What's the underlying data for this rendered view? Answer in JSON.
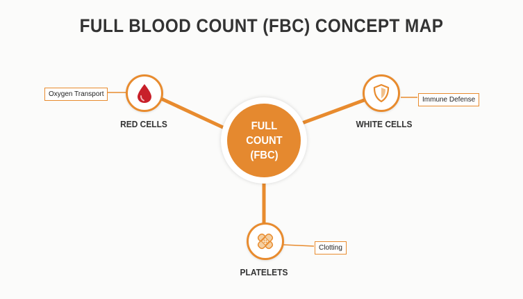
{
  "title": "FULL BLOOD COUNT (FBC) CONCEPT MAP",
  "hub": {
    "line1": "FULL",
    "line2": "COUNT",
    "line3": "(FBC)"
  },
  "nodes": {
    "red": {
      "label": "RED CELLS",
      "tag": "Oxygen Transport",
      "icon": "blood-drop-icon"
    },
    "white": {
      "label": "WHITE CELLS",
      "tag": "Immune Defense",
      "icon": "shield-icon"
    },
    "platelets": {
      "label": "PLATELETS",
      "tag": "Clotting",
      "icon": "bandage-icon"
    }
  },
  "colors": {
    "accent": "#E88B2E",
    "hub_fill": "#E5892F",
    "drop": "#C8202A",
    "text": "#333333"
  }
}
